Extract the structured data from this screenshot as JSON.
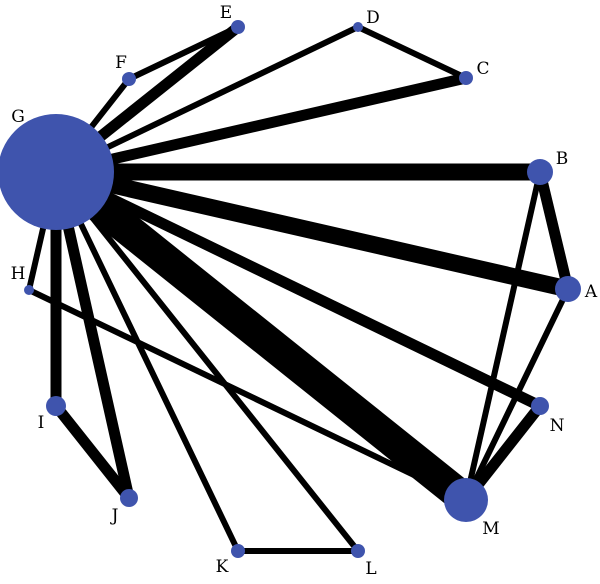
{
  "diagram": {
    "type": "network",
    "node_color": "#3f54ad",
    "edge_color": "#000000",
    "nodes": [
      {
        "id": "A",
        "label": "A"
      },
      {
        "id": "B",
        "label": "B"
      },
      {
        "id": "C",
        "label": "C"
      },
      {
        "id": "D",
        "label": "D"
      },
      {
        "id": "E",
        "label": "E"
      },
      {
        "id": "F",
        "label": "F"
      },
      {
        "id": "G",
        "label": "G"
      },
      {
        "id": "H",
        "label": "H"
      },
      {
        "id": "I",
        "label": "I"
      },
      {
        "id": "J",
        "label": "J"
      },
      {
        "id": "K",
        "label": "K"
      },
      {
        "id": "L",
        "label": "L"
      },
      {
        "id": "M",
        "label": "M"
      },
      {
        "id": "N",
        "label": "N"
      }
    ],
    "edges": [
      {
        "from": "G",
        "to": "M",
        "weight": "heaviest"
      },
      {
        "from": "G",
        "to": "B",
        "weight": "heavy"
      },
      {
        "from": "G",
        "to": "A",
        "weight": "heavy"
      },
      {
        "from": "G",
        "to": "C",
        "weight": "medium"
      },
      {
        "from": "G",
        "to": "I",
        "weight": "medium"
      },
      {
        "from": "G",
        "to": "E",
        "weight": "medium"
      },
      {
        "from": "G",
        "to": "N",
        "weight": "medium"
      },
      {
        "from": "G",
        "to": "J",
        "weight": "medium"
      },
      {
        "from": "G",
        "to": "F",
        "weight": "light"
      },
      {
        "from": "G",
        "to": "D",
        "weight": "light"
      },
      {
        "from": "G",
        "to": "K",
        "weight": "light"
      },
      {
        "from": "G",
        "to": "L",
        "weight": "light"
      },
      {
        "from": "G",
        "to": "H",
        "weight": "light"
      },
      {
        "from": "B",
        "to": "A",
        "weight": "medium"
      },
      {
        "from": "B",
        "to": "M",
        "weight": "light"
      },
      {
        "from": "A",
        "to": "M",
        "weight": "light"
      },
      {
        "from": "N",
        "to": "M",
        "weight": "medium"
      },
      {
        "from": "H",
        "to": "M",
        "weight": "light"
      },
      {
        "from": "I",
        "to": "J",
        "weight": "medium"
      },
      {
        "from": "K",
        "to": "L",
        "weight": "light"
      },
      {
        "from": "E",
        "to": "F",
        "weight": "light"
      },
      {
        "from": "D",
        "to": "C",
        "weight": "light"
      }
    ]
  }
}
